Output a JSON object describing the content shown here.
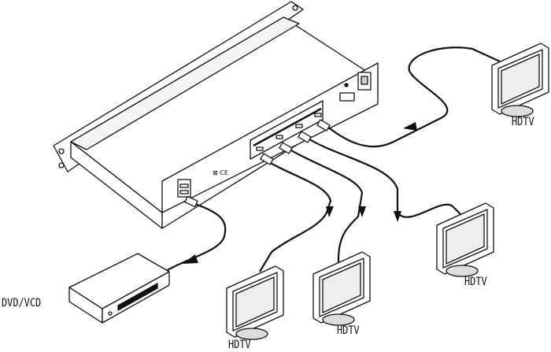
{
  "labels": {
    "source": "DVD/VCD",
    "tv1": "HDTV",
    "tv2": "HDTV",
    "tv3": "HDTV",
    "tv4": "HDTV"
  },
  "colors": {
    "line": "#111111",
    "fill": "#ffffff",
    "shade": "#dddddd"
  }
}
